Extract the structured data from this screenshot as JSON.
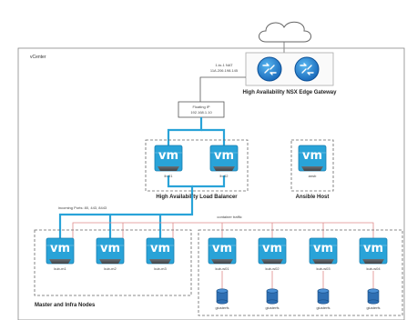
{
  "diagram": {
    "vcenter_label": "vCenter",
    "nat_line1": "1-to-1 NAT",
    "nat_line2": "11A.206.198.145",
    "edge_gateway_label": "High Availability NSX Edge Gateway",
    "floating_ip_line1": "Floating IP",
    "floating_ip_line2": "192.168.1.10",
    "lb_label": "High Availability Load Balancer",
    "ansible_label": "Ansible Host",
    "incoming_ports": "incoming Ports: 80, 443, 8443",
    "container_traffic": "container traffic",
    "master_label": "Master and Infra Nodes",
    "vm_text": "vm",
    "lb_vms": [
      "lb-01",
      "lb-02"
    ],
    "ansible_vm": "ansb",
    "master_vms": [
      "kub-m1",
      "kub-m2",
      "kub-m3"
    ],
    "worker_vms": [
      "kub-w01",
      "kub-w02",
      "kub-w03",
      "kub-w04"
    ],
    "storage_labels": [
      "glusterfs",
      "glusterfs",
      "glusterfs",
      "glusterfs"
    ]
  },
  "colors": {
    "accent_blue": "#29a3d8",
    "red_link": "#e08a8a",
    "router_blue": "#1f7fd0",
    "vm_body": "#55595e"
  }
}
